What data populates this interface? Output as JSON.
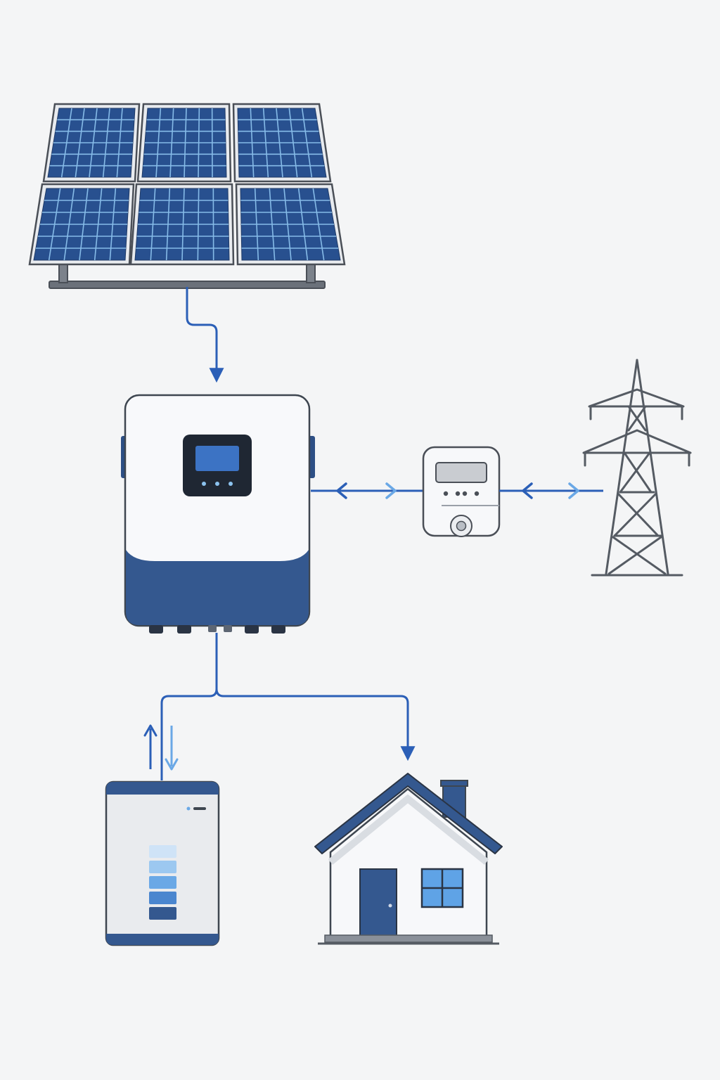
{
  "diagram": {
    "type": "solar-energy-system",
    "nodes": [
      {
        "id": "solar-array",
        "icon": "solar-panel-icon",
        "panels": 6
      },
      {
        "id": "inverter",
        "icon": "inverter-icon"
      },
      {
        "id": "meter",
        "icon": "electric-meter-icon"
      },
      {
        "id": "grid",
        "icon": "transmission-tower-icon"
      },
      {
        "id": "battery",
        "icon": "battery-icon",
        "charge_segments": 5
      },
      {
        "id": "home",
        "icon": "house-icon"
      }
    ],
    "connections": [
      {
        "from": "solar-array",
        "to": "inverter",
        "direction": "one-way"
      },
      {
        "from": "inverter",
        "to": "meter",
        "direction": "two-way"
      },
      {
        "from": "meter",
        "to": "grid",
        "direction": "two-way"
      },
      {
        "from": "inverter",
        "to": "battery",
        "direction": "two-way"
      },
      {
        "from": "inverter",
        "to": "home",
        "direction": "one-way"
      }
    ]
  },
  "colors": {
    "background": "#f4f5f6",
    "primary_blue": "#2b5fb7",
    "light_blue": "#6aa8e6",
    "navy": "#2d4f85",
    "outline": "#4a4f57",
    "panel_cell": "#28508f",
    "panel_grid": "#86bbe8"
  }
}
